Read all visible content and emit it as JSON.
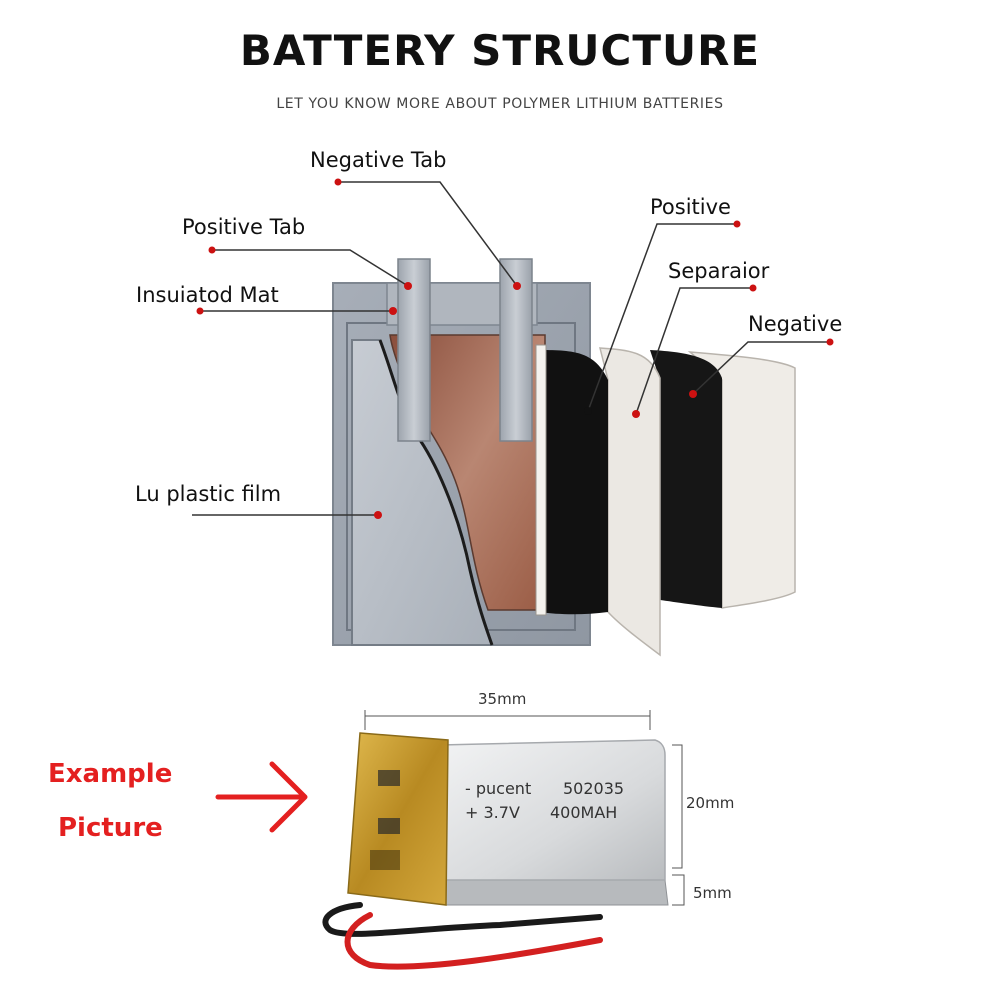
{
  "header": {
    "title": "BATTERY STRUCTURE",
    "subtitle": "LET YOU KNOW MORE ABOUT POLYMER LITHIUM BATTERIES"
  },
  "structure_labels": {
    "negative_tab": "Negative Tab",
    "positive_tab": "Positive Tab",
    "insulated_mat": "Insuiatod Mat",
    "plastic_film": "Lu plastic film",
    "positive": "Positive",
    "separator": "Separaior",
    "negative": "Negative"
  },
  "example": {
    "label_line1": "Example",
    "label_line2": "Picture",
    "battery_brand": "- pucent",
    "battery_model": "502035",
    "battery_voltage": "+ 3.7V",
    "battery_capacity": "400MAH",
    "dim_width": "35mm",
    "dim_height": "20mm",
    "dim_thickness": "5mm"
  },
  "colors": {
    "marker": "#cc1111",
    "example_label": "#e42020",
    "cell_frame": "#9aa2ad",
    "cell_copper": "#a96f58",
    "tab_metal": "#b4bac2",
    "layer_dark": "#151515",
    "layer_light": "#ebe8e3",
    "battery_silver": "#d9dbdd",
    "kapton": "#c9a23a"
  }
}
